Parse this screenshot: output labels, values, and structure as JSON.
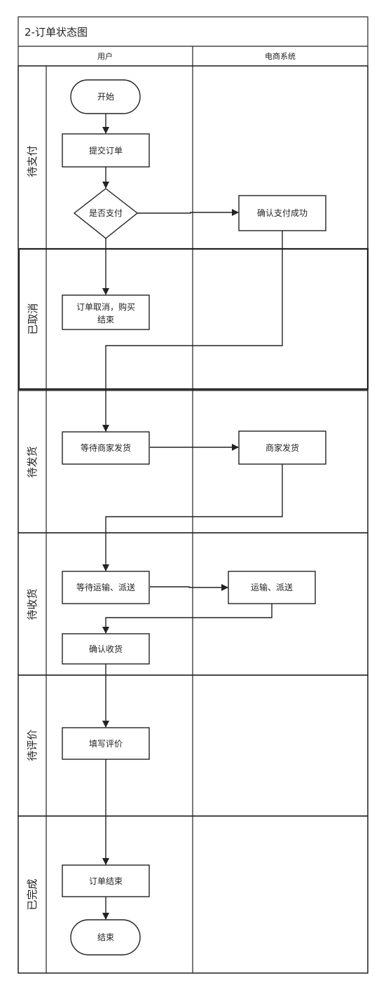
{
  "title": "2-订单状态图",
  "columns": [
    "用户",
    "电商系统"
  ],
  "lanes": [
    {
      "id": "pending-payment",
      "label": "待支付"
    },
    {
      "id": "cancelled",
      "label": "已取消"
    },
    {
      "id": "pending-shipment",
      "label": "待发货"
    },
    {
      "id": "pending-receipt",
      "label": "待收货"
    },
    {
      "id": "pending-review",
      "label": "待评价"
    },
    {
      "id": "completed",
      "label": "已完成"
    }
  ],
  "nodes": {
    "start": {
      "label": "开始",
      "shape": "terminal"
    },
    "submit_order": {
      "label": "提交订单",
      "shape": "process"
    },
    "is_paid": {
      "label": "是否支付",
      "shape": "decision"
    },
    "confirm_payment": {
      "label": "确认支付成功",
      "shape": "process"
    },
    "order_cancelled": {
      "label_line1": "订单取消，购买",
      "label_line2": "结束",
      "shape": "process"
    },
    "wait_shipment": {
      "label": "等待商家发货",
      "shape": "process"
    },
    "merchant_ship": {
      "label": "商家发货",
      "shape": "process"
    },
    "wait_delivery": {
      "label": "等待运输、派送",
      "shape": "process"
    },
    "transport": {
      "label": "运输、派送",
      "shape": "process"
    },
    "confirm_receipt": {
      "label": "确认收货",
      "shape": "process"
    },
    "write_review": {
      "label": "填写评价",
      "shape": "process"
    },
    "order_end": {
      "label": "订单结束",
      "shape": "process"
    },
    "end": {
      "label": "结束",
      "shape": "terminal"
    }
  },
  "edges": [
    {
      "from": "start",
      "to": "submit_order"
    },
    {
      "from": "submit_order",
      "to": "is_paid"
    },
    {
      "from": "is_paid",
      "to": "confirm_payment"
    },
    {
      "from": "is_paid",
      "to": "order_cancelled"
    },
    {
      "from": "confirm_payment",
      "to": "wait_shipment"
    },
    {
      "from": "wait_shipment",
      "to": "merchant_ship"
    },
    {
      "from": "merchant_ship",
      "to": "wait_delivery"
    },
    {
      "from": "wait_delivery",
      "to": "transport"
    },
    {
      "from": "transport",
      "to": "confirm_receipt"
    },
    {
      "from": "confirm_receipt",
      "to": "write_review"
    },
    {
      "from": "write_review",
      "to": "order_end"
    },
    {
      "from": "order_end",
      "to": "end"
    }
  ]
}
